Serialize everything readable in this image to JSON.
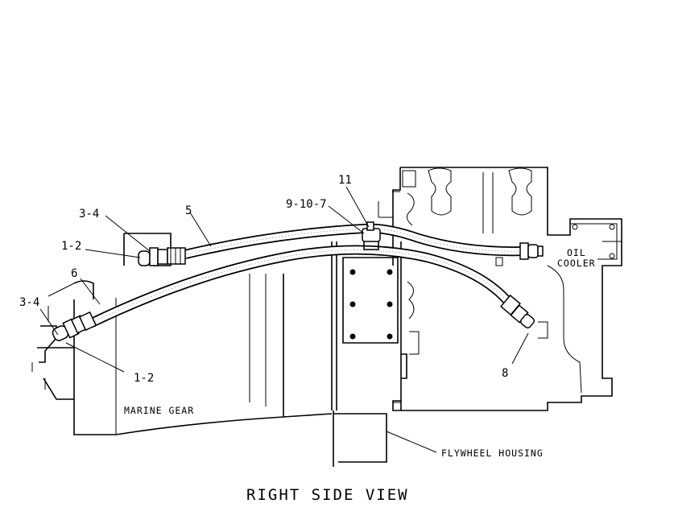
{
  "diagram": {
    "title": "RIGHT SIDE VIEW",
    "component_labels": {
      "marine_gear": "MARINE GEAR",
      "flywheel_housing": "FLYWHEEL HOUSING",
      "oil_cooler_line1": "OIL",
      "oil_cooler_line2": "COOLER"
    },
    "callouts": {
      "c_3_4_top": "3-4",
      "c_5": "5",
      "c_1_2_top": "1-2",
      "c_6": "6",
      "c_3_4_left": "3-4",
      "c_1_2_bottom": "1-2",
      "c_11": "11",
      "c_9_10_7": "9-10-7",
      "c_8": "8"
    }
  }
}
